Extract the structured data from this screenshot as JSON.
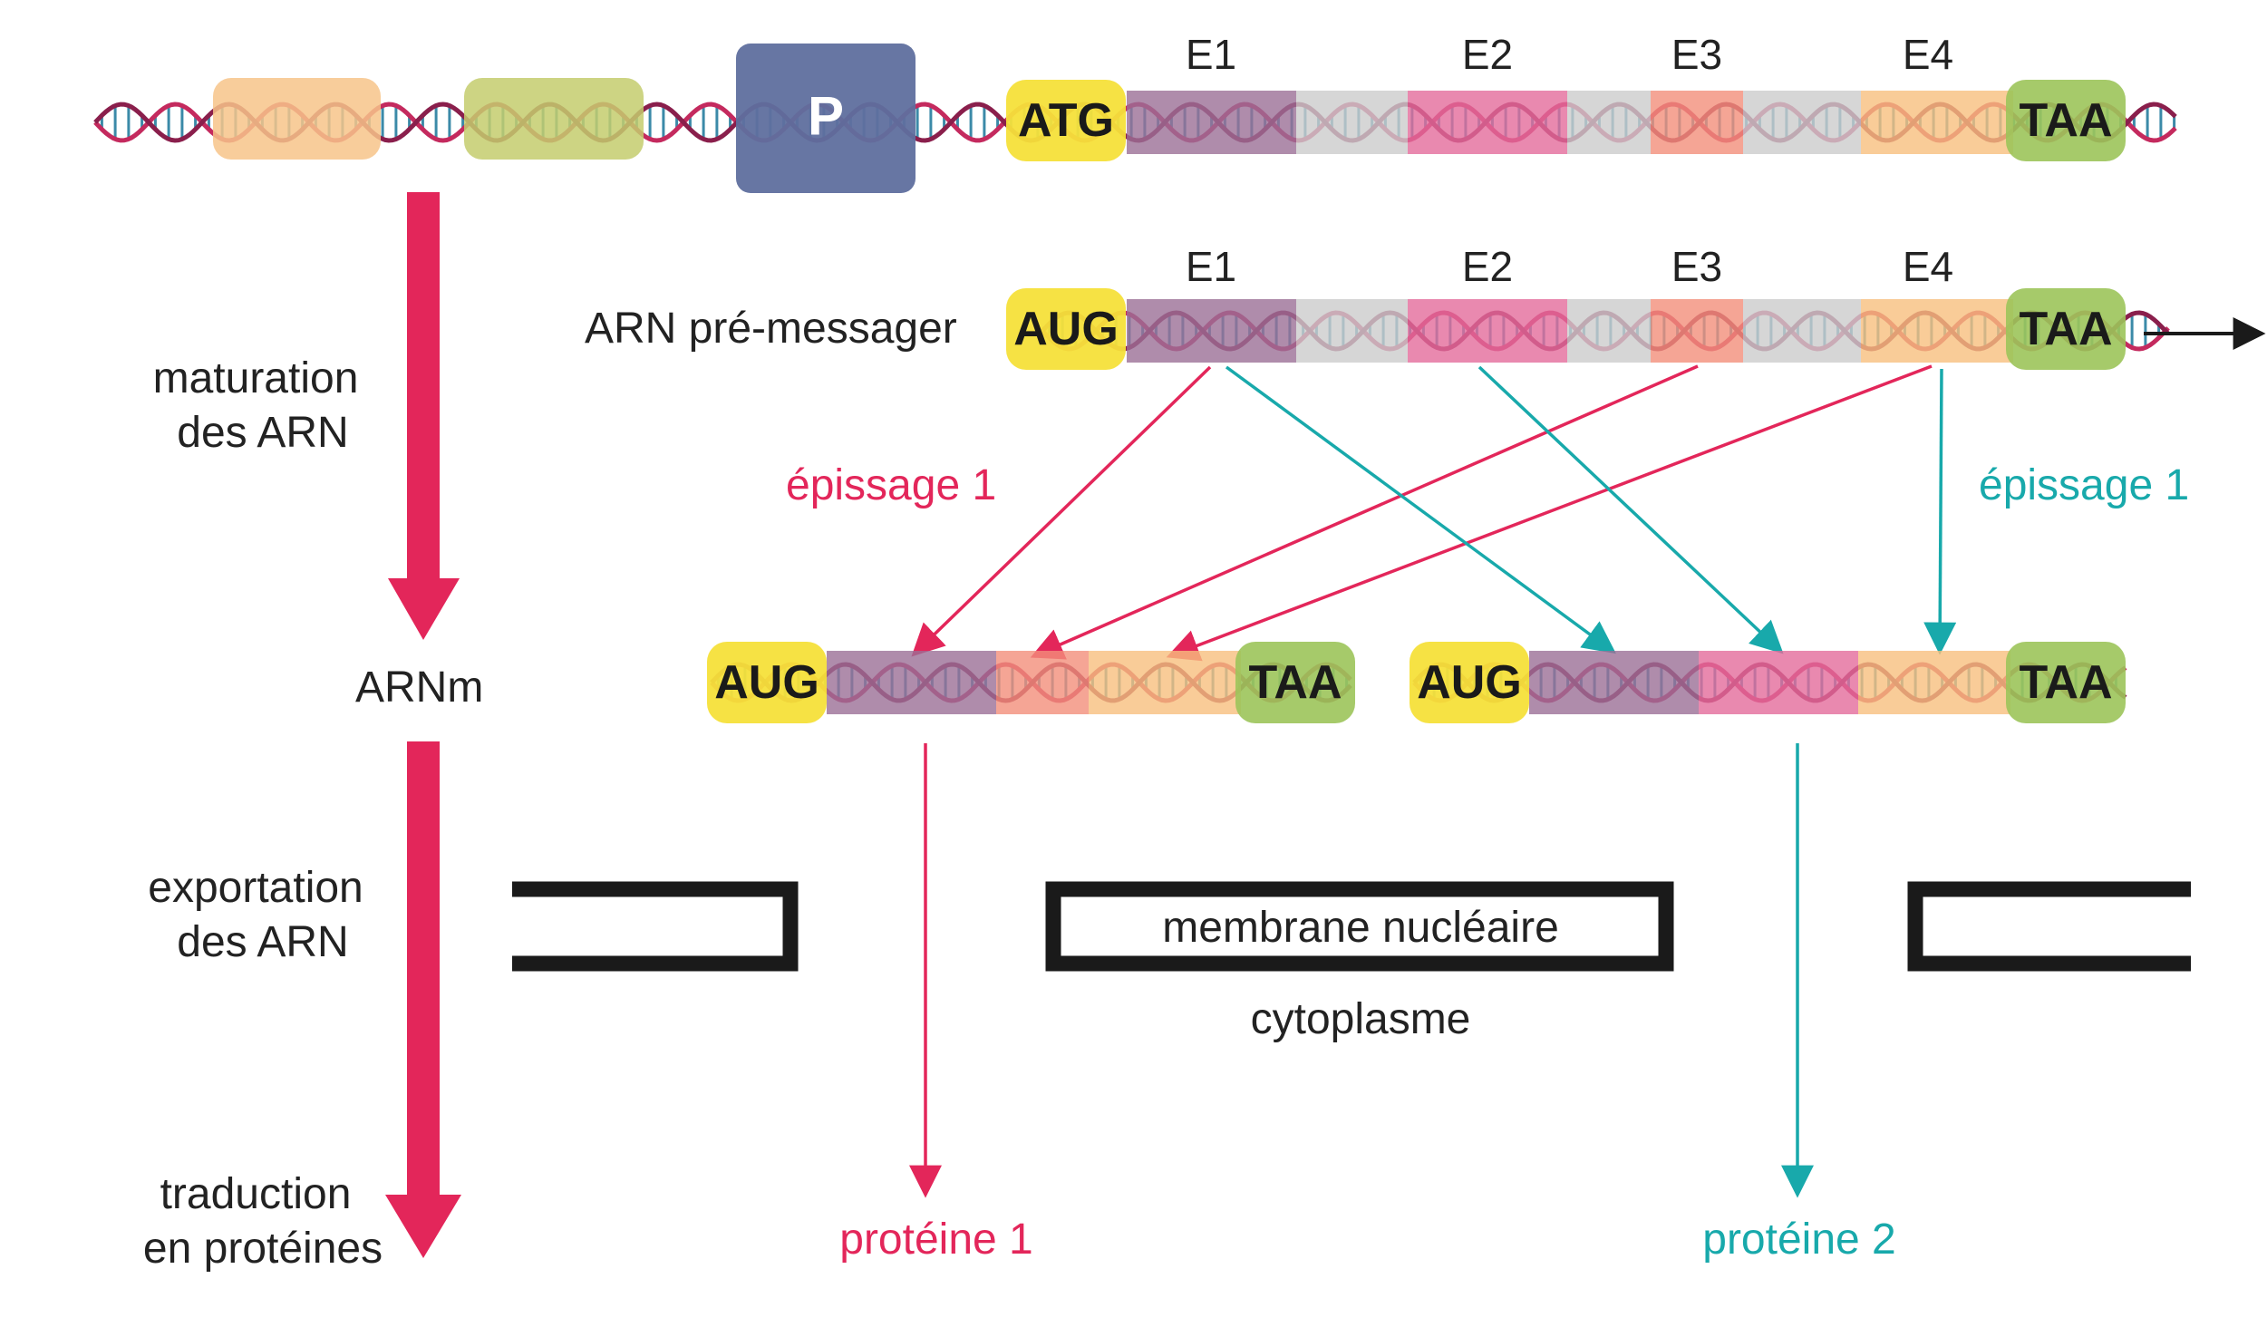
{
  "colors": {
    "pink": "#e3265a",
    "teal": "#18a9ab",
    "yellow": "#f6e03a",
    "green": "#9cc45a",
    "promoter": "#5f6f9e",
    "exon1": "#9b6f96",
    "exon2": "#e46b9b",
    "exon3": "#f28f7a",
    "exon4": "#f7bf7e",
    "intron": "#cccccc",
    "enhancer_orange": "#f7c48a",
    "enhancer_olive": "#c4cd6d"
  },
  "dna": {
    "promoter_label": "P",
    "start_codon": "ATG",
    "stop_codon": "TAA",
    "exon_labels": [
      "E1",
      "E2",
      "E3",
      "E4"
    ]
  },
  "premrna": {
    "label": "ARN pré-messager",
    "start_codon": "AUG",
    "stop_codon": "TAA",
    "exon_labels": [
      "E1",
      "E2",
      "E3",
      "E4"
    ]
  },
  "splicing": {
    "left_label": "épissage 1",
    "right_label": "épissage 1"
  },
  "mrna": {
    "left": {
      "start_codon": "AUG",
      "stop_codon": "TAA"
    },
    "right": {
      "start_codon": "AUG",
      "stop_codon": "TAA"
    }
  },
  "steps": {
    "maturation": [
      "maturation",
      "des ARN"
    ],
    "arnm": "ARNm",
    "exportation": [
      "exportation",
      "des ARN"
    ],
    "traduction": [
      "traduction",
      "en protéines"
    ]
  },
  "membrane_label": "membrane nucléaire",
  "cytoplasm_label": "cytoplasme",
  "proteins": {
    "left": "protéine 1",
    "right": "protéine 2"
  }
}
